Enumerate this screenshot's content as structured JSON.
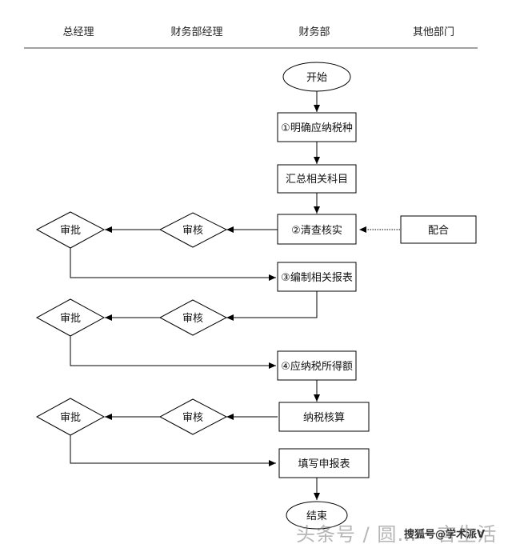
{
  "swimlanes": [
    "总经理",
    "财务部经理",
    "财务部",
    "其他部门"
  ],
  "nodes": {
    "start": "开始",
    "step1": "①明确应纳税种",
    "step2": "汇总相关科目",
    "step3": "②清查核实",
    "cooperate": "配合",
    "review1": "审核",
    "approve1": "审批",
    "step4": "③编制相关报表",
    "review2": "审核",
    "approve2": "审批",
    "step5": "④应纳税所得额",
    "step6": "纳税核算",
    "review3": "审核",
    "approve3": "审批",
    "step7": "填写申报表",
    "end": "结束"
  },
  "watermark": {
    "main": "头条号 / 圆…一言生活",
    "credit": "搜狐号@学术派V"
  }
}
